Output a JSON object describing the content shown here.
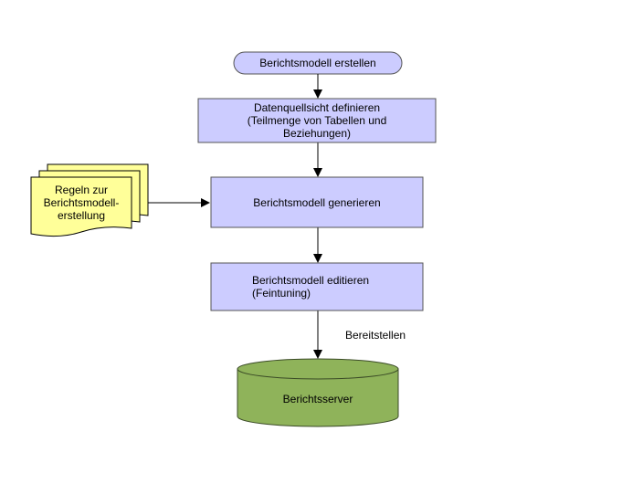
{
  "start": {
    "label": "Berichtsmodell erstellen"
  },
  "step1": {
    "line1": "Datenquellsicht definieren",
    "line2": "(Teilmenge von Tabellen und",
    "line3": "Beziehungen)"
  },
  "step2": {
    "label": "Berichtsmodell  generieren"
  },
  "step3": {
    "line1": "Berichtsmodell editieren",
    "line2": "(Feintuning)"
  },
  "rules": {
    "line1": "Regeln zur",
    "line2": "Berichtsmodell-",
    "line3": "erstellung"
  },
  "deploy": {
    "label": "Bereitstellen"
  },
  "server": {
    "label": "Berichtsserver"
  },
  "colors": {
    "box_fill": "#ccccff",
    "box_stroke": "#555555",
    "doc_fill": "#ffff99",
    "db_fill": "#8fb35a",
    "db_stroke": "#3a4a26"
  }
}
